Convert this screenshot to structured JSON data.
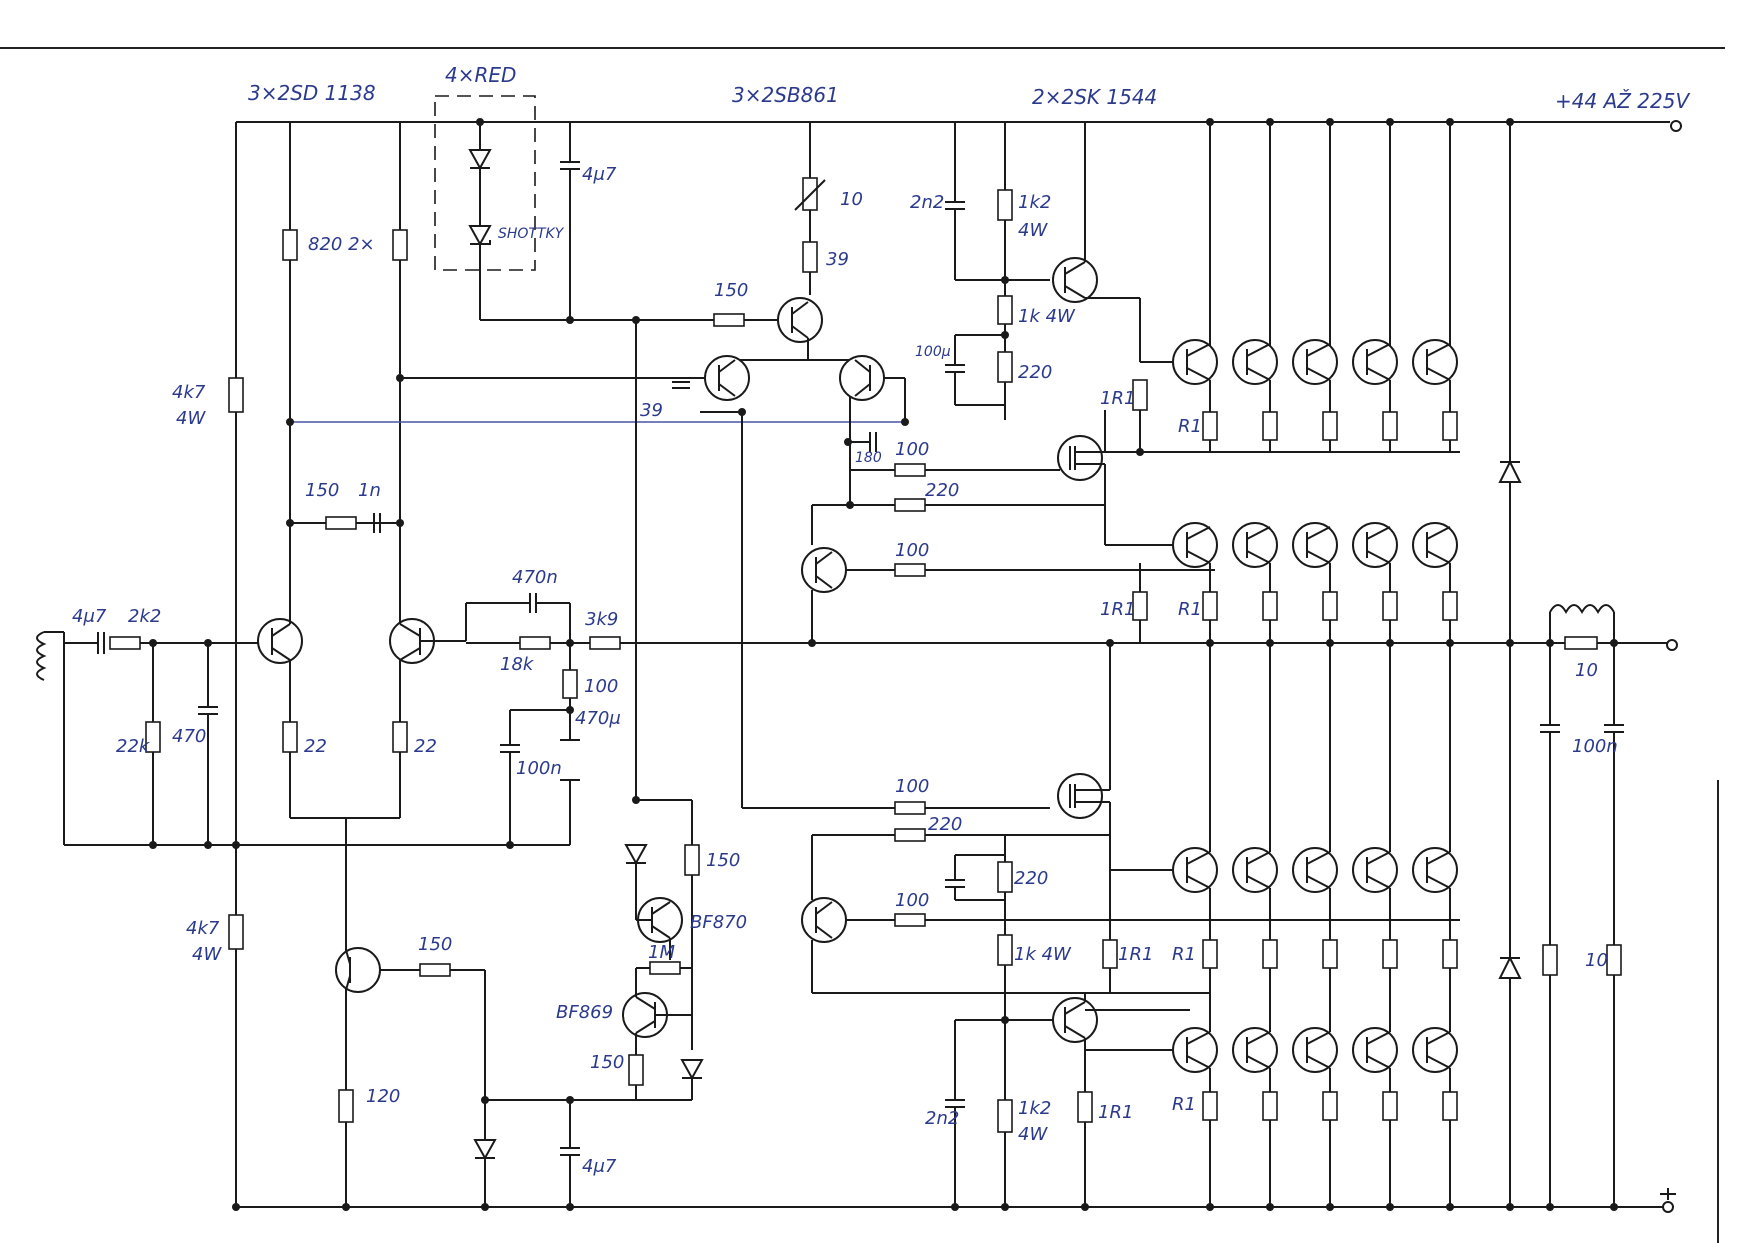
{
  "title_labels": {
    "q_input": "3×2SD 1138",
    "q_red": "4×RED",
    "q_vas": "3×2SB861",
    "q_driver": "2×2SK 1544",
    "supply": "+44 AŽ 225V"
  },
  "labels": {
    "c_4u7_top": "4μ7",
    "d_shottky": "SHOTTKY",
    "r_820": "820 2×",
    "r_10_trim": "10",
    "r_39": "39",
    "c_2n2_top": "2n2",
    "r_1k2_top": "1k2",
    "r_1k2_top_w": "4W",
    "r_150_vas": "150",
    "r_1k4w_top": "1k 4W",
    "c_100u_top": "100μ",
    "r_220_top": "220",
    "r_4k7_top": "4k7",
    "r_4k7_top_w": "4W",
    "r_39_bias": "39",
    "r_1r1_a": "1R1",
    "r1_a": "R1",
    "c_180": "180",
    "r_100_a": "100",
    "r_220_a": "220",
    "r_150_fb": "150",
    "c_1n": "1n",
    "r_100_b": "100",
    "c_470n": "470n",
    "r_3k9": "3k9",
    "r_1r1_b": "1R1",
    "r1_b": "R1",
    "c_4u7_in": "4μ7",
    "r_2k2_in": "2k2",
    "r_18k": "18k",
    "r_100_fb": "100",
    "r_22k": "22k",
    "c_470": "470",
    "r_22_l": "22",
    "r_22_r": "22",
    "c_100n_fb": "100n",
    "c_470u": "470μ",
    "r_10_out": "10",
    "c_100n_out": "100n",
    "r_100_c": "100",
    "r_220_b": "220",
    "r_150_led": "150",
    "q_bf870": "BF870",
    "r_220_bot": "220",
    "r_100_d": "100",
    "r_4k7_bot": "4k7",
    "r_4k7_bot_w": "4W",
    "r_150_cs": "150",
    "r_1m": "1M",
    "r_1k4w_bot": "1k 4W",
    "r_1r1_c": "1R1",
    "r1_c": "R1",
    "r_10_zobel": "10",
    "q_bf869": "BF869",
    "r_150_b": "150",
    "r_120": "120",
    "c_2n2_bot": "2n2",
    "r_1k2_bot": "1k2",
    "r_1k2_bot_w": "4W",
    "r_1r1_d": "1R1",
    "r1_d": "R1",
    "c_4u7_bot": "4μ7"
  },
  "icons": {
    "input_transformer": "inductor-icon",
    "output_inductor": "inductor-icon",
    "ground": "ground-icon",
    "transistor": "transistor-icon",
    "led": "led-icon",
    "diode": "diode-icon",
    "mosfet": "mosfet-icon"
  },
  "colors": {
    "wire": "#1a1a1a",
    "ink": "#2b3a8c",
    "bias_line": "#4a54a8"
  }
}
